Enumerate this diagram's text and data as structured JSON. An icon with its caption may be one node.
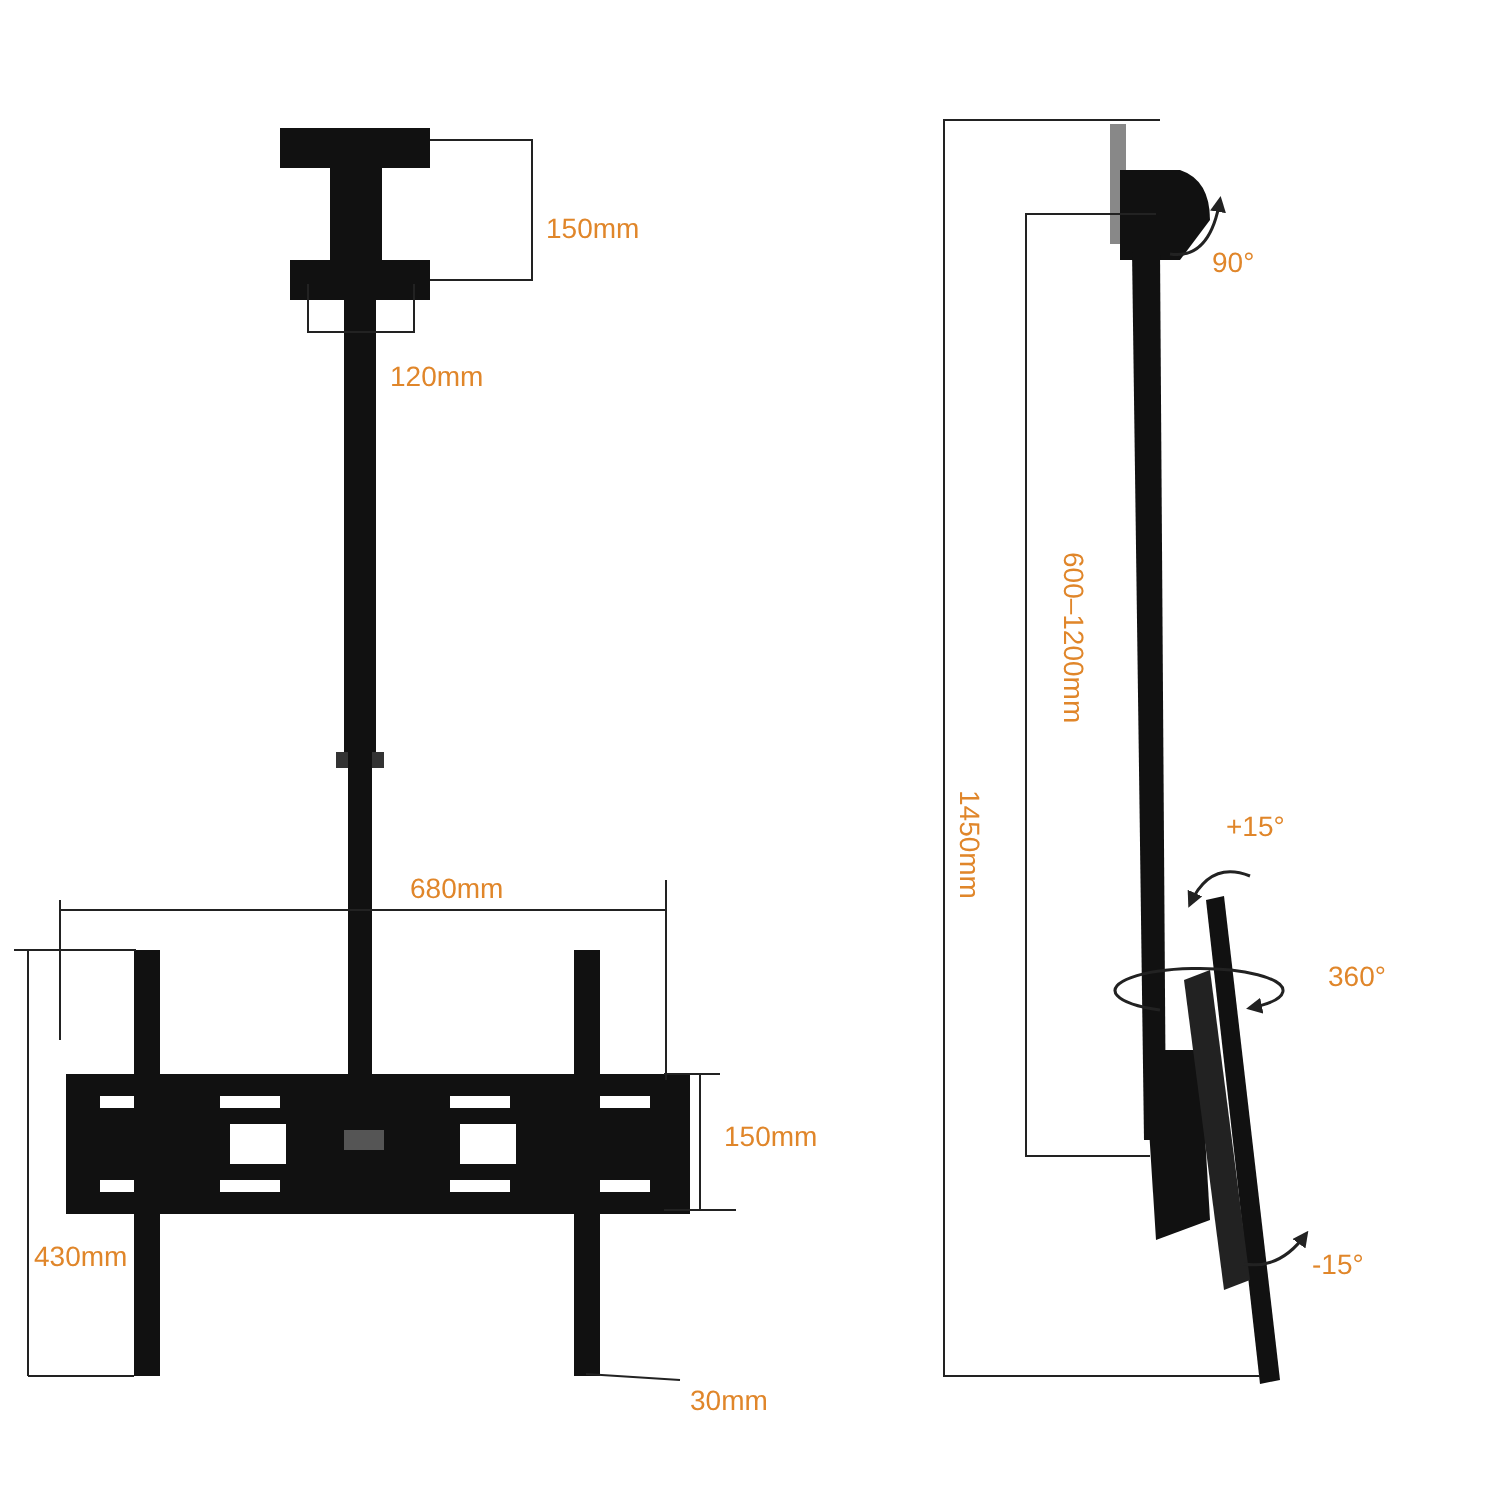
{
  "diagram": {
    "labels": [
      "150mm",
      "120mm",
      "90°",
      "600–1200mm",
      "1450mm",
      "+15°",
      "680mm",
      "360°",
      "150mm",
      "430mm",
      "-15°",
      "30mm"
    ]
  }
}
